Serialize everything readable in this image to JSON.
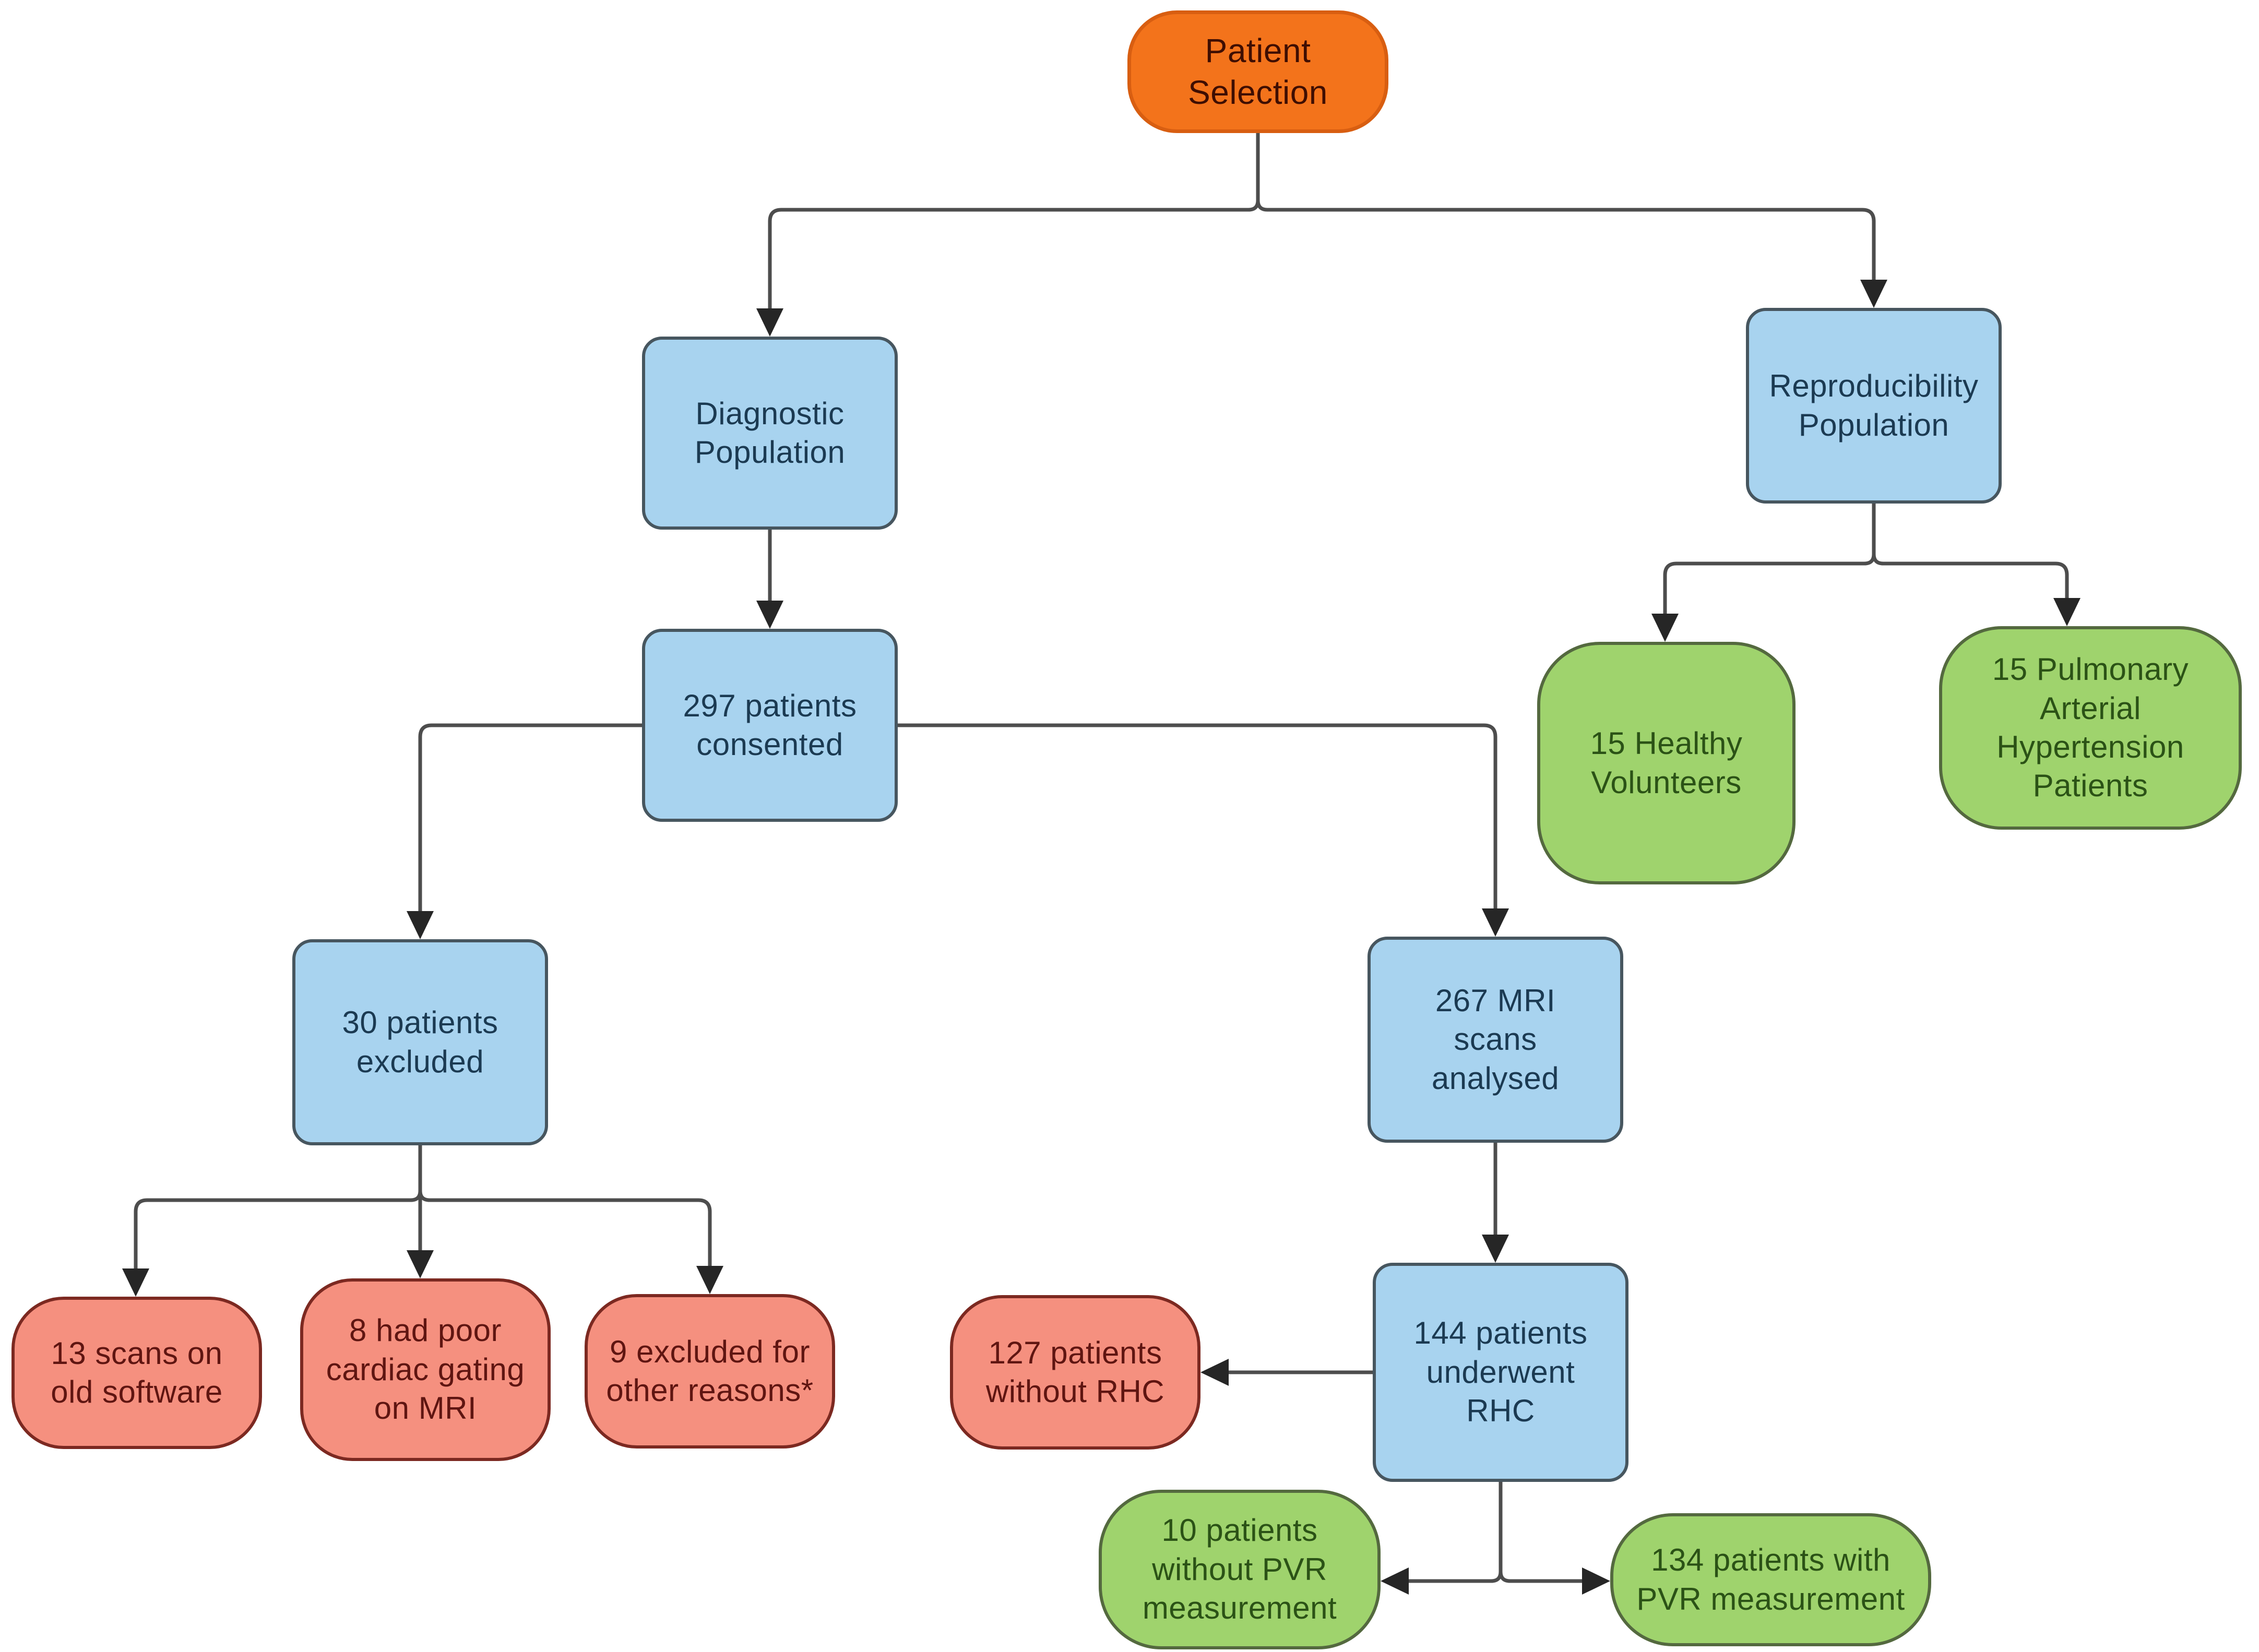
{
  "diagram": {
    "title": "Patient Selection",
    "background": "#ffffff",
    "line_color": "#4d4d4d",
    "arrow_color": "#262626",
    "node_styles": {
      "orange": {
        "fill": "#f3731b",
        "border": "#d85e11",
        "text": "#3f0e02"
      },
      "blue": {
        "fill": "#a8d3ef",
        "border": "#47565f",
        "text": "#1b3a52"
      },
      "green": {
        "fill": "#9fd36d",
        "border": "#54693f",
        "text": "#2b5216"
      },
      "red": {
        "fill": "#f5907f",
        "border": "#7c2921",
        "text": "#5f1511"
      }
    },
    "nodes": {
      "patient_selection": {
        "label": "Patient\nSelection",
        "type": "orange"
      },
      "diagnostic_population": {
        "label": "Diagnostic\nPopulation",
        "type": "blue"
      },
      "reproducibility_population": {
        "label": "Reproducibility\nPopulation",
        "type": "blue"
      },
      "consented_297": {
        "label": "297 patients\nconsented",
        "type": "blue"
      },
      "healthy_volunteers_15": {
        "label": "15 Healthy\nVolunteers",
        "type": "green"
      },
      "pah_patients_15": {
        "label": "15 Pulmonary\nArterial\nHypertension\nPatients",
        "type": "green"
      },
      "excluded_30": {
        "label": "30 patients\nexcluded",
        "type": "blue"
      },
      "mri_scans_267": {
        "label": "267 MRI\nscans\nanalysed",
        "type": "blue"
      },
      "old_software_13": {
        "label": "13 scans on\nold software",
        "type": "red"
      },
      "poor_gating_8": {
        "label": "8 had poor\ncardiac gating\non MRI",
        "type": "red"
      },
      "other_reasons_9": {
        "label": "9 excluded for\nother reasons*",
        "type": "red"
      },
      "without_rhc_127": {
        "label": "127 patients\nwithout RHC",
        "type": "red"
      },
      "underwent_rhc_144": {
        "label": "144 patients\nunderwent\nRHC",
        "type": "blue"
      },
      "without_pvr_10": {
        "label": "10 patients\nwithout PVR\nmeasurement",
        "type": "green"
      },
      "with_pvr_134": {
        "label": "134 patients with\nPVR measurement",
        "type": "green"
      }
    }
  }
}
